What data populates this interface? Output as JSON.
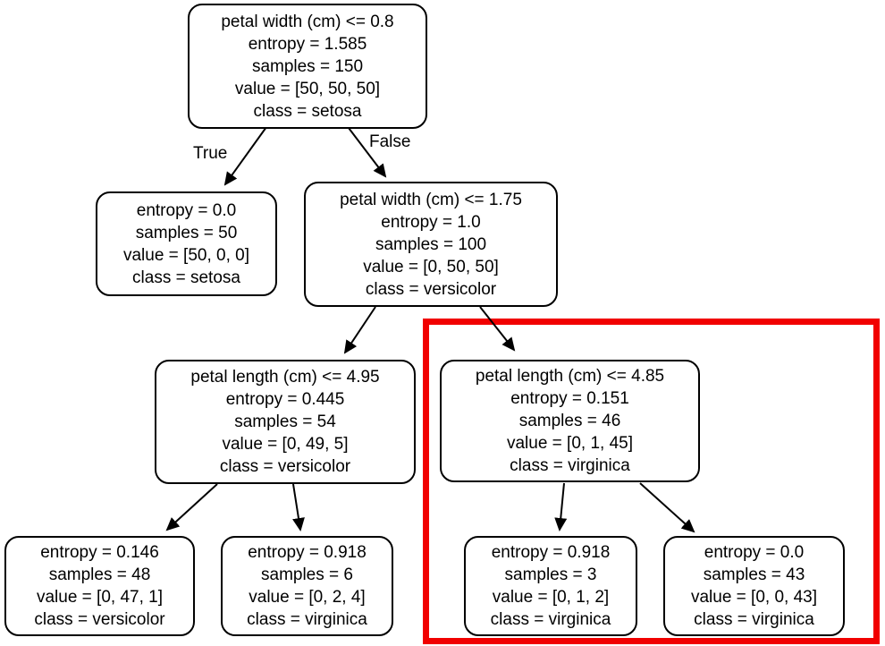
{
  "figure": {
    "background_color": "#ffffff",
    "node_border_color": "#000000",
    "edge_color": "#000000",
    "highlight_color": "#f10000",
    "branch_labels": {
      "true": "True",
      "false": "False"
    },
    "nodes": {
      "root": {
        "lines": [
          "petal width (cm) <= 0.8",
          "entropy = 1.585",
          "samples = 150",
          "value = [50, 50, 50]",
          "class = setosa"
        ]
      },
      "setosa_leaf": {
        "lines": [
          "entropy = 0.0",
          "samples = 50",
          "value = [50, 0, 0]",
          "class = setosa"
        ]
      },
      "petal_width_175": {
        "lines": [
          "petal width (cm) <= 1.75",
          "entropy = 1.0",
          "samples = 100",
          "value = [0, 50, 50]",
          "class = versicolor"
        ]
      },
      "petal_length_495": {
        "lines": [
          "petal length (cm) <= 4.95",
          "entropy = 0.445",
          "samples = 54",
          "value = [0, 49, 5]",
          "class = versicolor"
        ]
      },
      "petal_length_485": {
        "lines": [
          "petal length (cm) <= 4.85",
          "entropy = 0.151",
          "samples = 46",
          "value = [0, 1, 45]",
          "class = virginica"
        ]
      },
      "leaf_versicolor_48": {
        "lines": [
          "entropy = 0.146",
          "samples = 48",
          "value = [0, 47, 1]",
          "class = versicolor"
        ]
      },
      "leaf_virginica_6": {
        "lines": [
          "entropy = 0.918",
          "samples = 6",
          "value = [0, 2, 4]",
          "class = virginica"
        ]
      },
      "leaf_virginica_3": {
        "lines": [
          "entropy = 0.918",
          "samples = 3",
          "value = [0, 1, 2]",
          "class = virginica"
        ]
      },
      "leaf_virginica_43": {
        "lines": [
          "entropy = 0.0",
          "samples = 43",
          "value = [0, 0, 43]",
          "class = virginica"
        ]
      }
    }
  }
}
